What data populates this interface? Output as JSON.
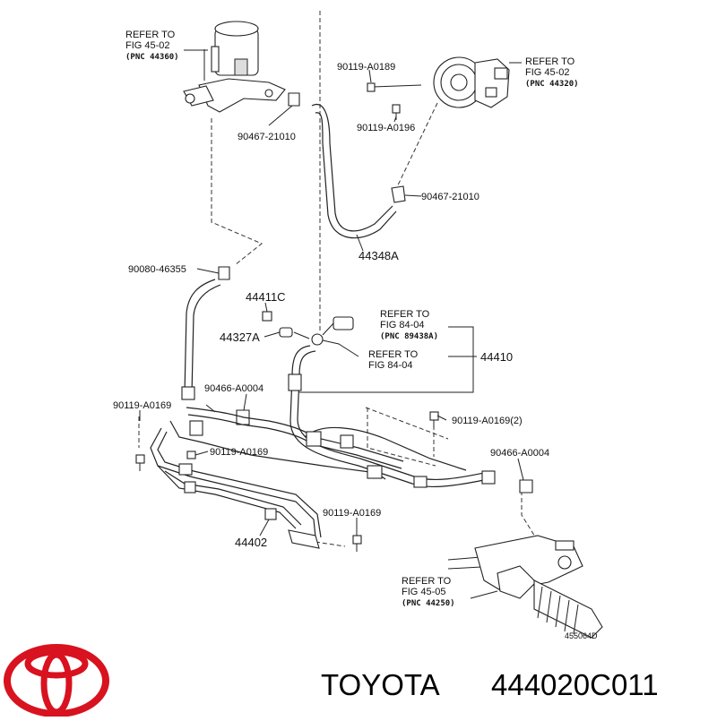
{
  "callouts": {
    "reservoir_ref": [
      "REFER TO",
      "FIG 45-02",
      "(PNC 44360)"
    ],
    "pump_ref": [
      "REFER TO",
      "FIG 45-02",
      "(PNC 44320)"
    ],
    "switch_ref": [
      "REFER TO",
      "FIG 84-04",
      "(PNC 89438A)"
    ],
    "sensor_ref": [
      "REFER TO",
      "FIG 84-04"
    ],
    "gear_ref": [
      "REFER TO",
      "FIG 45-05",
      "(PNC 44250)"
    ]
  },
  "parts": {
    "bolt_0189": "90119-A0189",
    "bolt_0196": "90119-A0196",
    "clamp_21010_a": "90467-21010",
    "clamp_21010_b": "90467-21010",
    "hose_44348a": "44348A",
    "clamp_46355": "90080-46355",
    "union_44411c": "44411C",
    "gasket_44327a": "44327A",
    "clamp_a0004_left": "90466-A0004",
    "bolt_a0169_left": "90119-A0169",
    "bolt_a0169_mid": "90119-A0169",
    "bolt_a0169_2": "90119-A0169(2)",
    "clamp_a0004_right": "90466-A0004",
    "tube_44410": "44410",
    "bolt_a0169_low": "90119-A0169",
    "tube_44402": "44402"
  },
  "figure_id": "455064D",
  "brand": {
    "name": "TOYOTA",
    "part_number": "444020C011",
    "logo_color": "#d8121f"
  }
}
